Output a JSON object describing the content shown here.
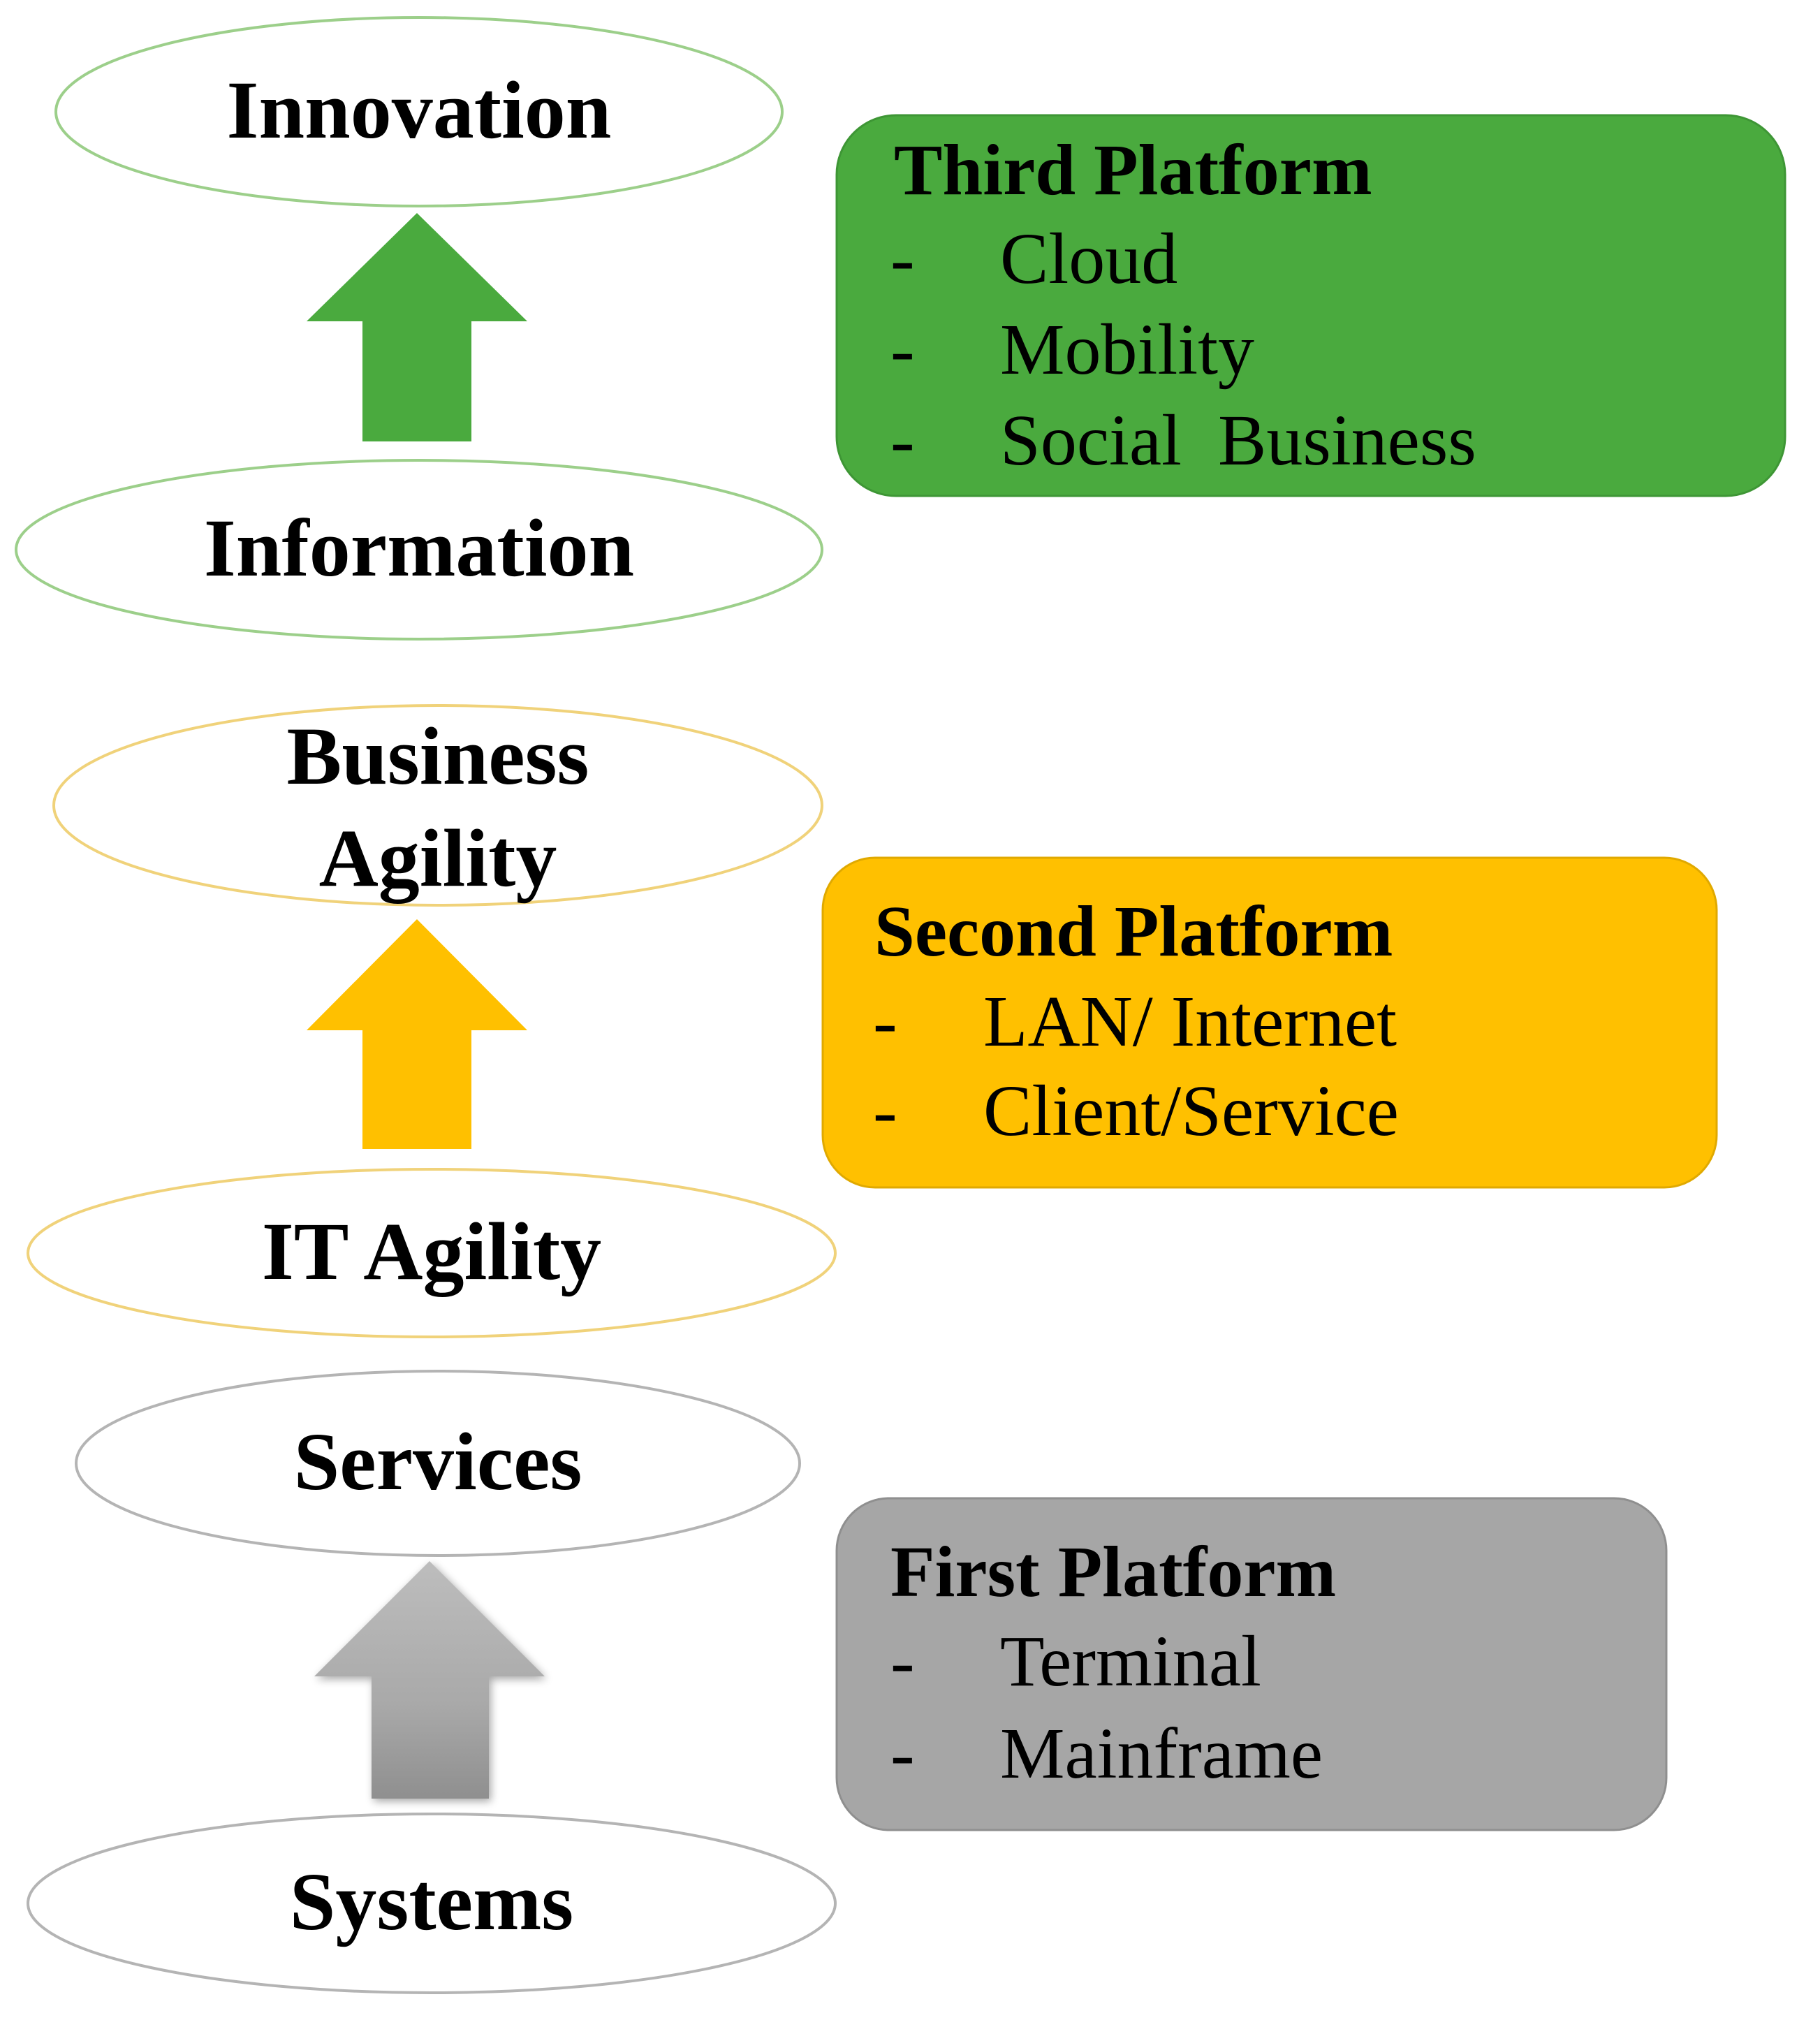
{
  "colors": {
    "third": "#4aaa3e",
    "second": "#ffc000",
    "first": "#a6a6a6",
    "third_ellipse_border": "#9ccf8a",
    "second_ellipse_border": "#f0d27a",
    "first_ellipse_border": "#b4b4b4"
  },
  "stages": {
    "innovation": "Innovation",
    "information": "Information",
    "business_agility_line1": "Business",
    "business_agility_line2": "Agility",
    "it_agility": "IT Agility",
    "services": "Services",
    "systems": "Systems"
  },
  "platforms": {
    "third": {
      "title": "Third Platform",
      "items": [
        "Cloud",
        "Mobility",
        "Social  Business"
      ]
    },
    "second": {
      "title": "Second Platform",
      "items": [
        "LAN/ Internet",
        "Client/Service"
      ]
    },
    "first": {
      "title": "First Platform",
      "items": [
        "Terminal",
        "Mainframe"
      ]
    }
  },
  "bullet": "-"
}
